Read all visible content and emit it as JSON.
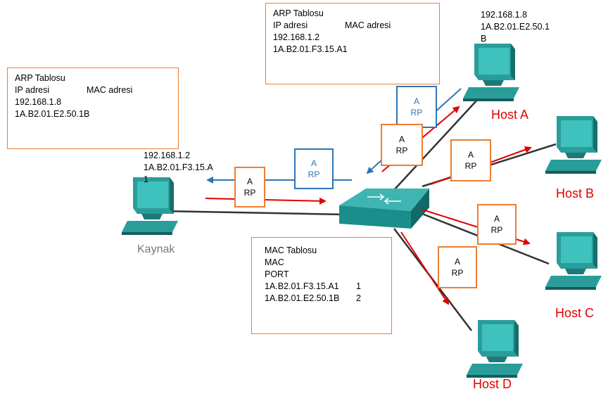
{
  "arp_box_left": {
    "title": "ARP Tablosu",
    "col_ip": "IP adresi",
    "col_mac": "MAC adresi",
    "ip": "192.168.1.8",
    "mac": "1A.B2.01.E2.50.1B"
  },
  "arp_box_top": {
    "title": "ARP Tablosu",
    "col_ip": "IP adresi",
    "col_mac": "MAC adresi",
    "ip": "192.168.1.2",
    "mac": "1A.B2.01.F3.15.A1"
  },
  "mac_table": {
    "title": "MAC Tablosu",
    "line_mac": "MAC",
    "line_port": "PORT",
    "rows": [
      {
        "mac": "1A.B2.01.F3.15.A1",
        "port": "1"
      },
      {
        "mac": "1A.B2.01.E2.50.1B",
        "port": "2"
      }
    ]
  },
  "source_label": {
    "ip": "192.168.1.2",
    "mac_line1": "1A.B2.01.F3.15.A",
    "mac_line2": "1",
    "name": "Kaynak"
  },
  "host_a_label": {
    "ip": "192.168.1.8",
    "mac_line1": "1A.B2.01.E2.50.1",
    "mac_line2": "B",
    "name": "Host A"
  },
  "hosts": {
    "b": "Host B",
    "c": "Host C",
    "d": "Host D"
  },
  "packet": {
    "line1": "A",
    "line2": "RP"
  },
  "colors": {
    "orange": "#ED7D31",
    "blue": "#2E75B6",
    "red": "#E00000",
    "teal": "#1F8A8A"
  }
}
